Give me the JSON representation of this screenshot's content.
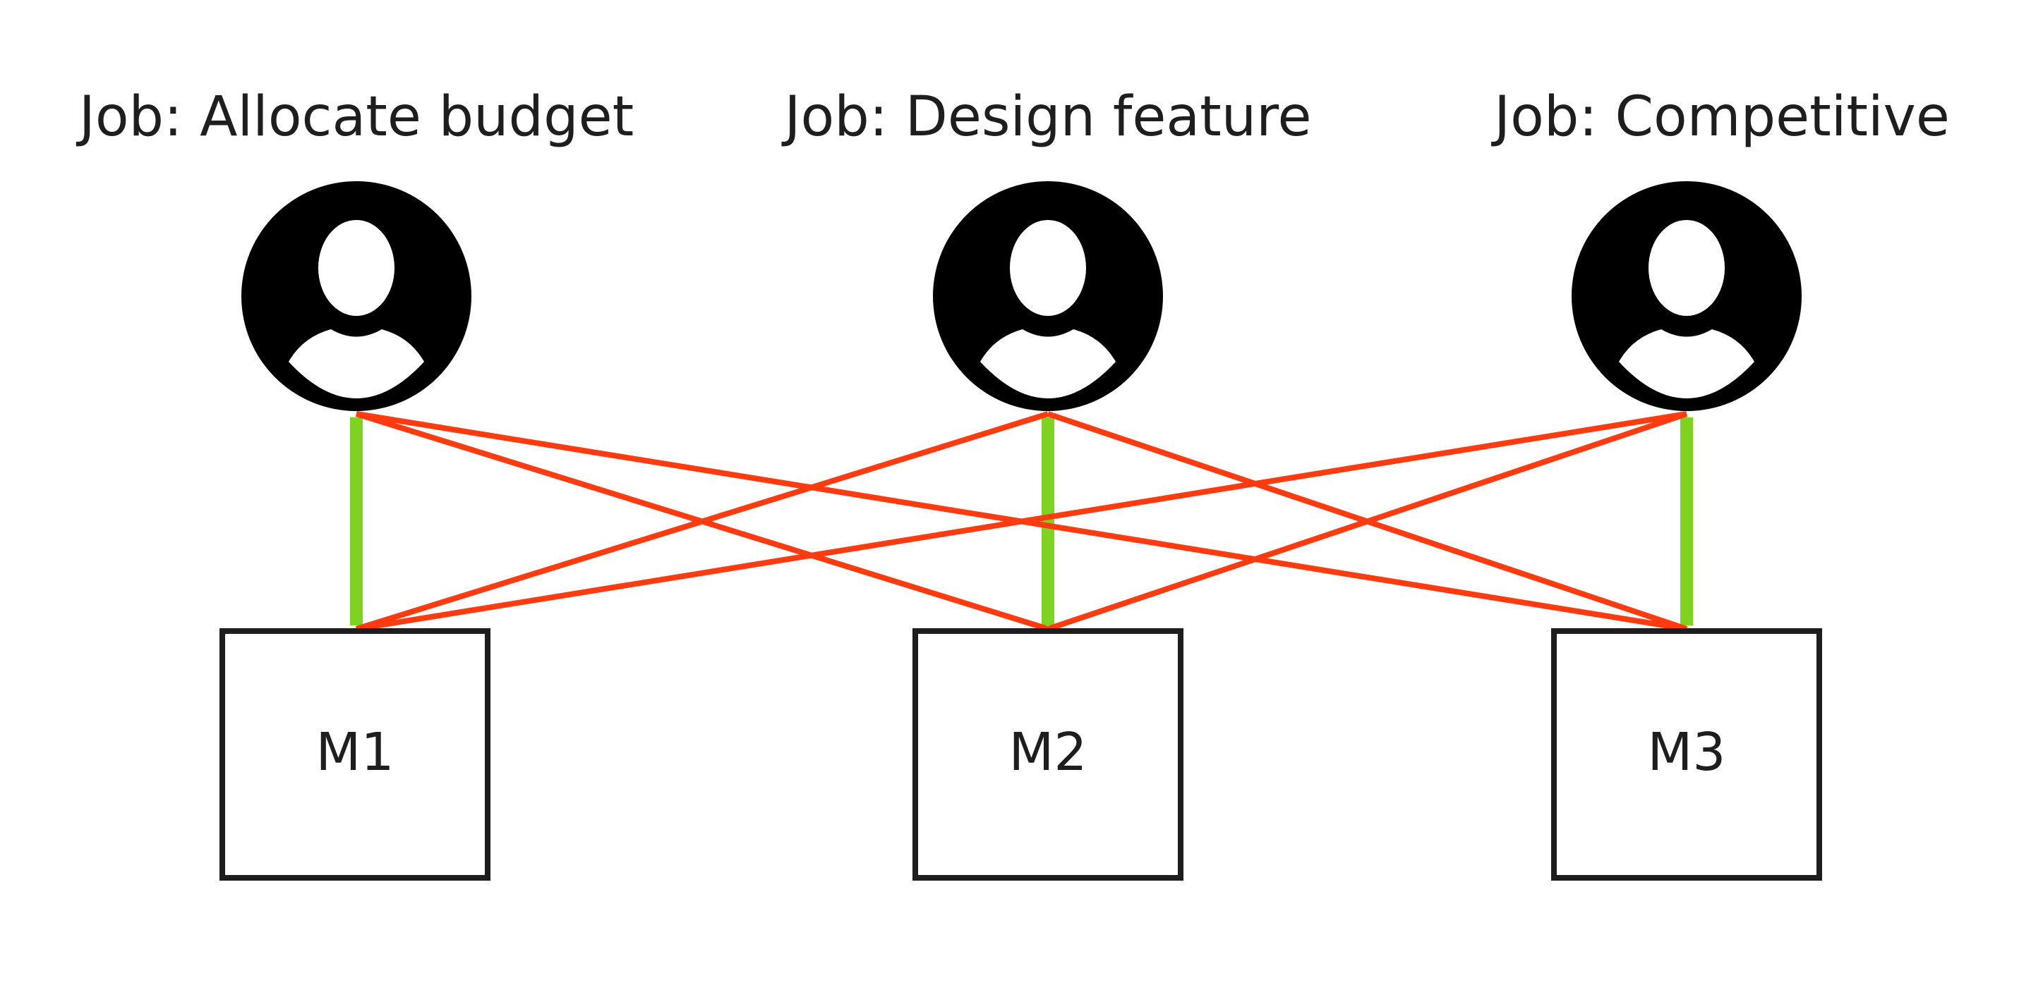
{
  "colors": {
    "match": "#7ed321",
    "mismatch": "#ff3b0f",
    "ink": "#000000",
    "text": "#1e1e1e"
  },
  "jobs": [
    {
      "label": "Job: Allocate budget",
      "icon": "user-avatar-icon"
    },
    {
      "label": "Job: Design feature",
      "icon": "user-avatar-icon"
    },
    {
      "label": "Job: Competitive",
      "icon": "user-avatar-icon"
    }
  ],
  "machines": [
    {
      "label": "M1"
    },
    {
      "label": "M2"
    },
    {
      "label": "M3"
    }
  ],
  "links": [
    {
      "job": 0,
      "machine": 0,
      "kind": "match"
    },
    {
      "job": 1,
      "machine": 1,
      "kind": "match"
    },
    {
      "job": 2,
      "machine": 2,
      "kind": "match"
    },
    {
      "job": 0,
      "machine": 1,
      "kind": "mismatch"
    },
    {
      "job": 0,
      "machine": 2,
      "kind": "mismatch"
    },
    {
      "job": 1,
      "machine": 0,
      "kind": "mismatch"
    },
    {
      "job": 1,
      "machine": 2,
      "kind": "mismatch"
    },
    {
      "job": 2,
      "machine": 0,
      "kind": "mismatch"
    },
    {
      "job": 2,
      "machine": 1,
      "kind": "mismatch"
    }
  ]
}
